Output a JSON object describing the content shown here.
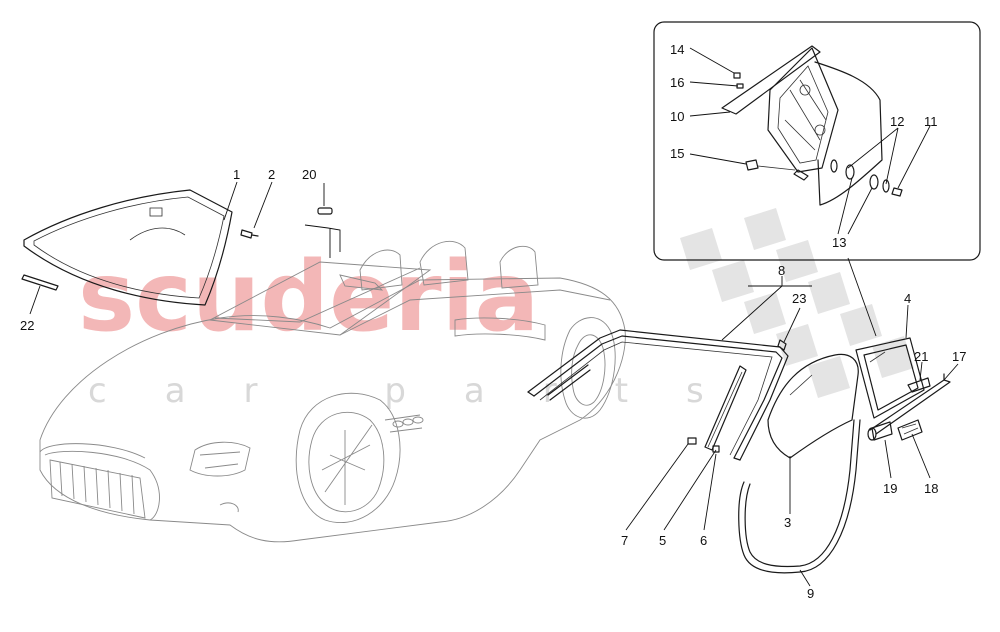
{
  "diagram": {
    "watermark": {
      "brand": "scuderia",
      "sub": "car parts"
    },
    "callouts": [
      {
        "id": "1",
        "text": "1"
      },
      {
        "id": "2",
        "text": "2"
      },
      {
        "id": "3",
        "text": "3"
      },
      {
        "id": "4",
        "text": "4"
      },
      {
        "id": "5",
        "text": "5"
      },
      {
        "id": "6",
        "text": "6"
      },
      {
        "id": "7",
        "text": "7"
      },
      {
        "id": "8",
        "text": "8"
      },
      {
        "id": "9",
        "text": "9"
      },
      {
        "id": "10",
        "text": "10"
      },
      {
        "id": "11",
        "text": "11"
      },
      {
        "id": "12",
        "text": "12"
      },
      {
        "id": "13",
        "text": "13"
      },
      {
        "id": "14",
        "text": "14"
      },
      {
        "id": "15",
        "text": "15"
      },
      {
        "id": "16",
        "text": "16"
      },
      {
        "id": "17",
        "text": "17"
      },
      {
        "id": "18",
        "text": "18"
      },
      {
        "id": "19",
        "text": "19"
      },
      {
        "id": "20",
        "text": "20"
      },
      {
        "id": "21",
        "text": "21"
      },
      {
        "id": "22",
        "text": "22"
      },
      {
        "id": "23",
        "text": "23"
      }
    ],
    "colors": {
      "watermark_red": "#f3b7b7",
      "checker_grey": "#e6e6e6",
      "line": "#1a1a1a"
    }
  }
}
